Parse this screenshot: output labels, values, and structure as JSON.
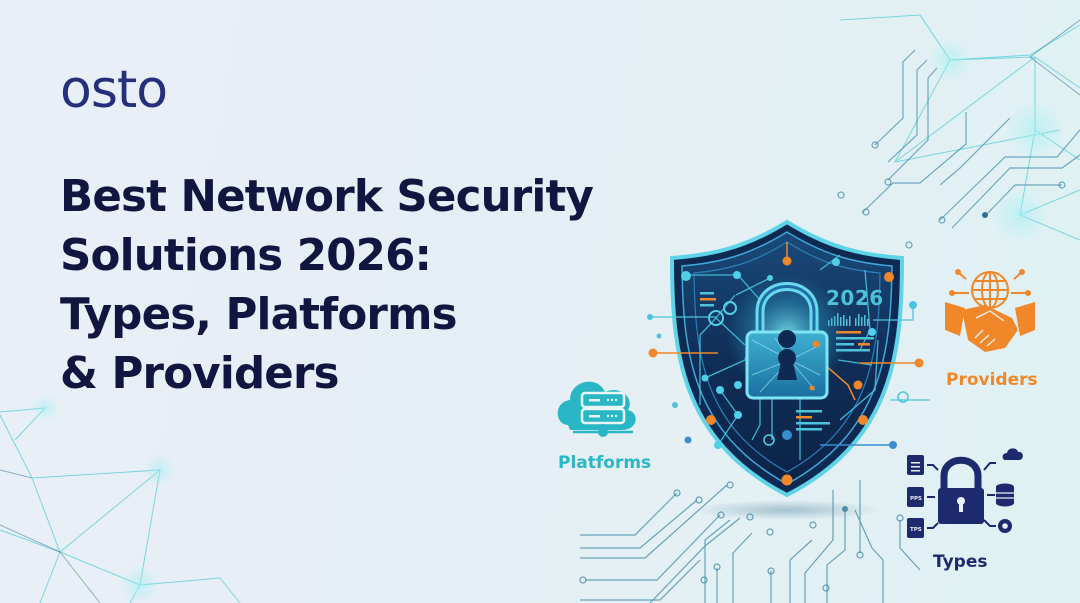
{
  "brand": {
    "logo_text": "osto",
    "color": "#252f7c"
  },
  "headline": {
    "lines": [
      "Best Network Security",
      "Solutions 2026:",
      "Types, Platforms",
      "& Providers"
    ],
    "color": "#10163f"
  },
  "illustration": {
    "shield": {
      "year_label": "2026",
      "icon": "padlock-shield-icon"
    },
    "categories": [
      {
        "label": "Platforms",
        "icon": "cloud-server-icon",
        "color": "#2ab7c5"
      },
      {
        "label": "Providers",
        "icon": "globe-handshake-icon",
        "color": "#f0882a"
      },
      {
        "label": "Types",
        "icon": "lock-network-icon",
        "color": "#1e2a6e",
        "sub_icons": [
          "document-icon",
          "pps-file-icon",
          "tps-file-icon",
          "cloud-icon",
          "database-icon",
          "gear-icon"
        ],
        "file_labels": [
          "PPS",
          "TPS"
        ]
      }
    ]
  },
  "colors": {
    "background": "#e7eef5",
    "accent_cyan": "#4cc3d9",
    "accent_orange": "#f0882a",
    "shield_dark": "#0f2a52"
  }
}
